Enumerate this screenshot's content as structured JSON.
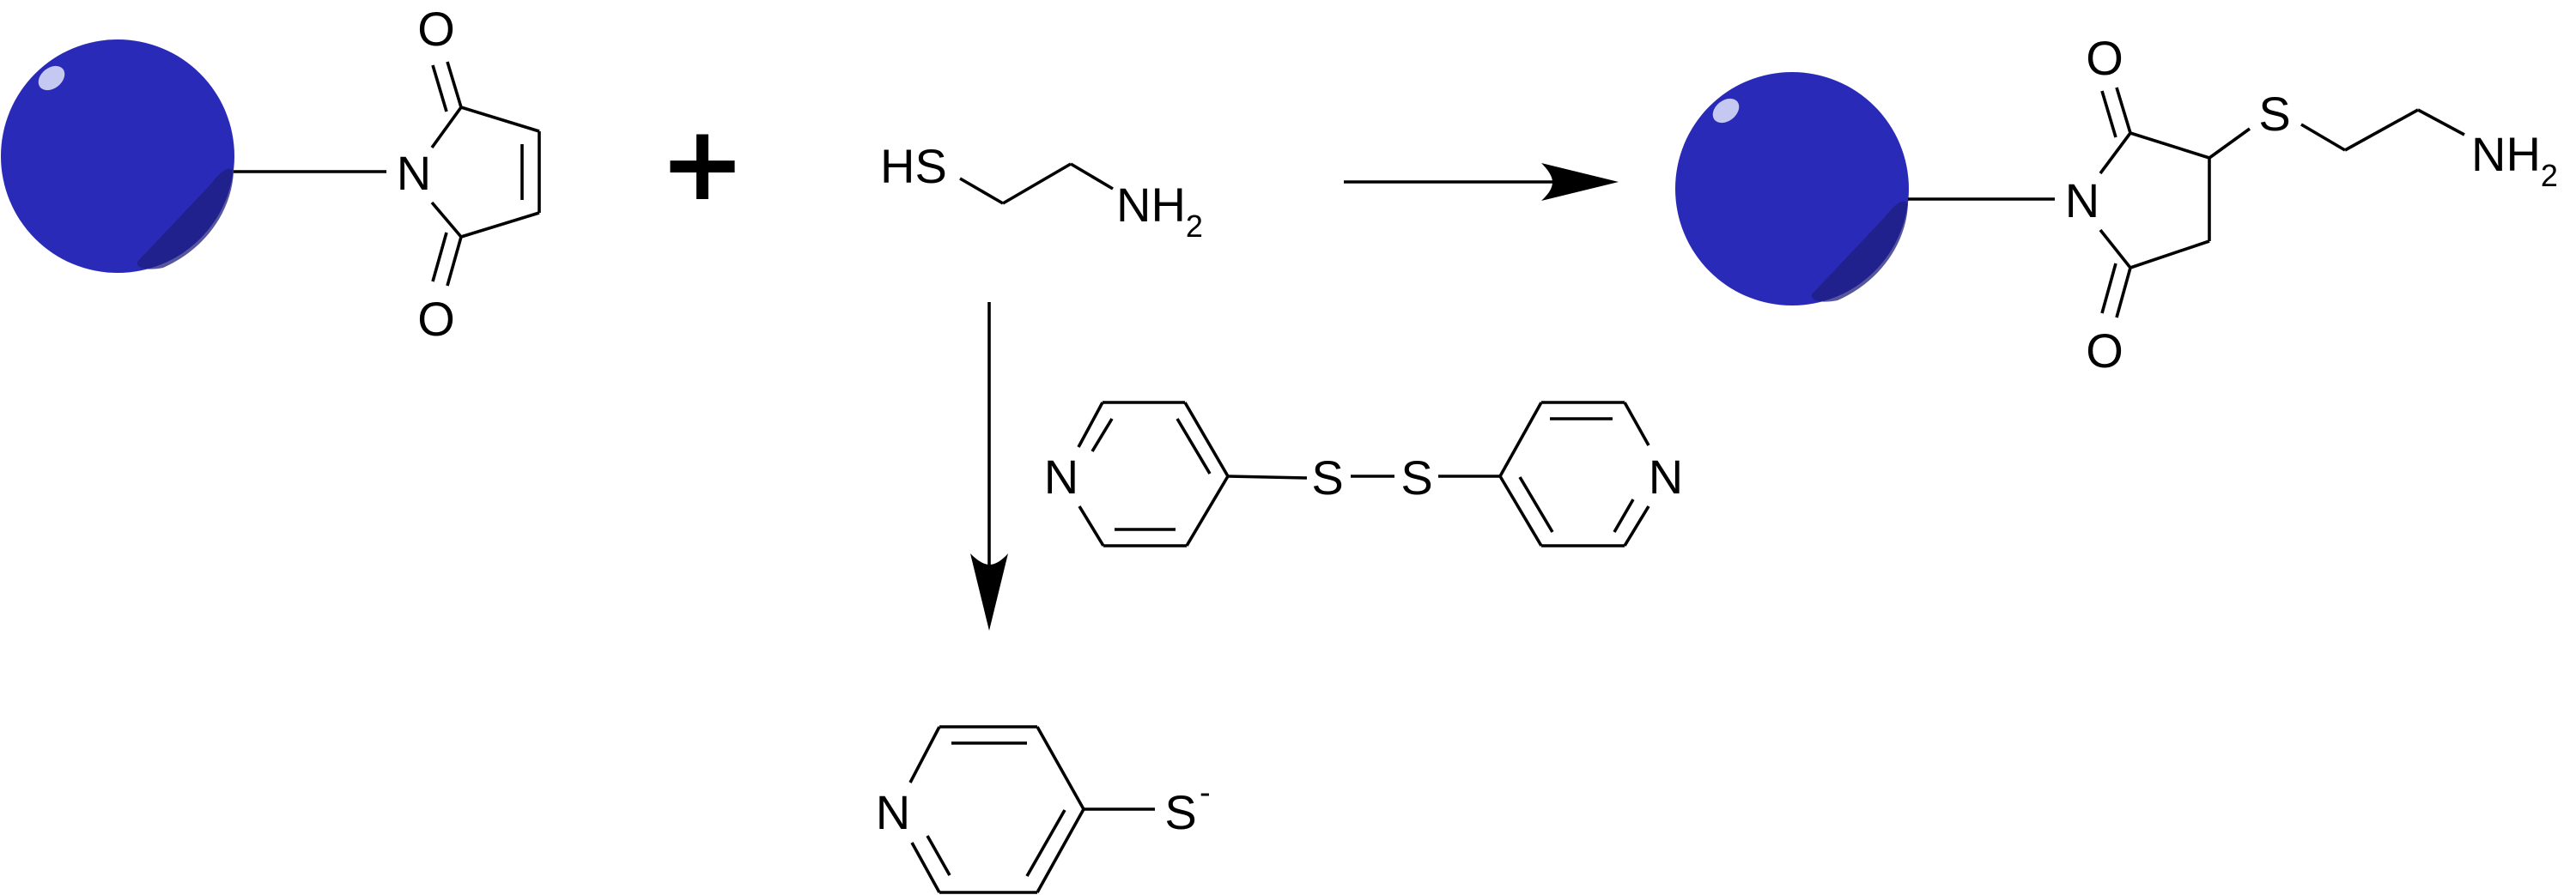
{
  "bead": {
    "color": "#2a2ab8",
    "shade": "#1f1f80",
    "highlight": "#c5c9f2"
  },
  "reaction": {
    "plus_sign": "+",
    "maleimide": {
      "o_top": "O",
      "n": "N",
      "o_bottom": "O"
    },
    "cysteamine": {
      "hs": "HS",
      "nh": "NH",
      "nh_sub": "2"
    },
    "product": {
      "o_top": "O",
      "n": "N",
      "o_bottom": "O",
      "s": "S",
      "nh": "NH",
      "nh_sub": "2"
    },
    "reagent_dipyridyl_disulfide": {
      "n_left": "N",
      "s1": "S",
      "s2": "S",
      "n_right": "N"
    },
    "thiolate_product": {
      "n": "N",
      "s": "S",
      "charge": "-"
    }
  }
}
